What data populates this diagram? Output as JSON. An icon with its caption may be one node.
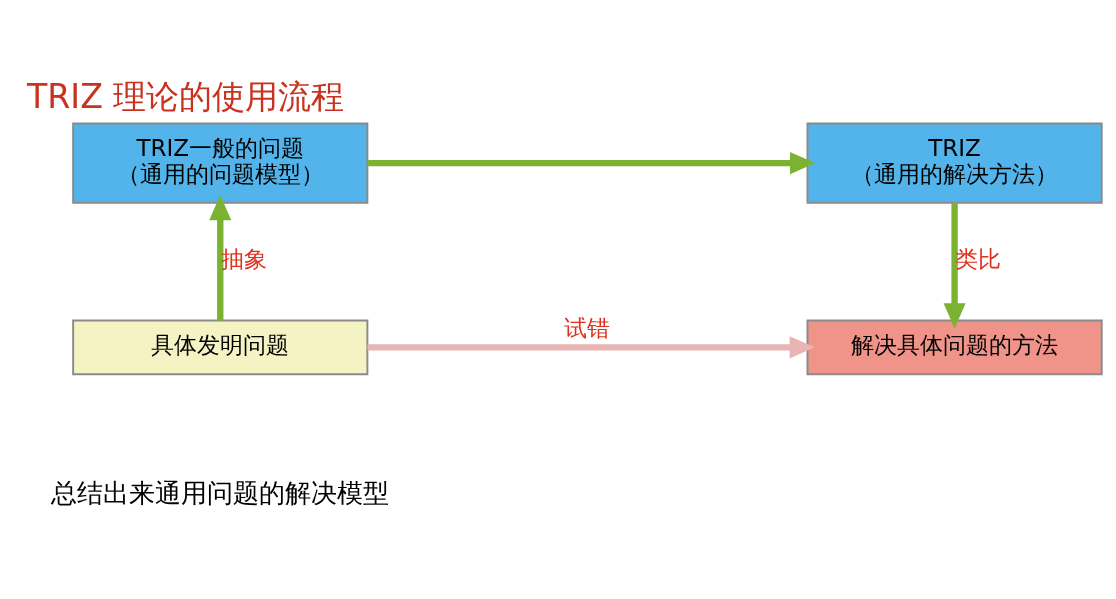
{
  "diagram": {
    "title": "TRIZ 理论的使用流程",
    "caption": "总结出来通用问题的解决模型",
    "nodes": [
      {
        "text": [
          "TRIZ一般的问题",
          "（通用的问题模型）"
        ]
      },
      {
        "text": [
          "TRIZ",
          "（通用的解决方法）"
        ]
      },
      {
        "text": [
          "具体发明问题"
        ]
      },
      {
        "text": [
          "解决具体问题的方法"
        ]
      }
    ],
    "edges": [
      {
        "from": 0,
        "to": 1,
        "arrow": "to"
      },
      {
        "from": 2,
        "to": 0,
        "arrow": "to",
        "label": "抽象"
      },
      {
        "from": 1,
        "to": 3,
        "arrow": "to",
        "label": "类比"
      },
      {
        "from": 2,
        "to": 3,
        "arrow": "to",
        "label": "试错",
        "color": "#e8b4b4"
      }
    ]
  }
}
